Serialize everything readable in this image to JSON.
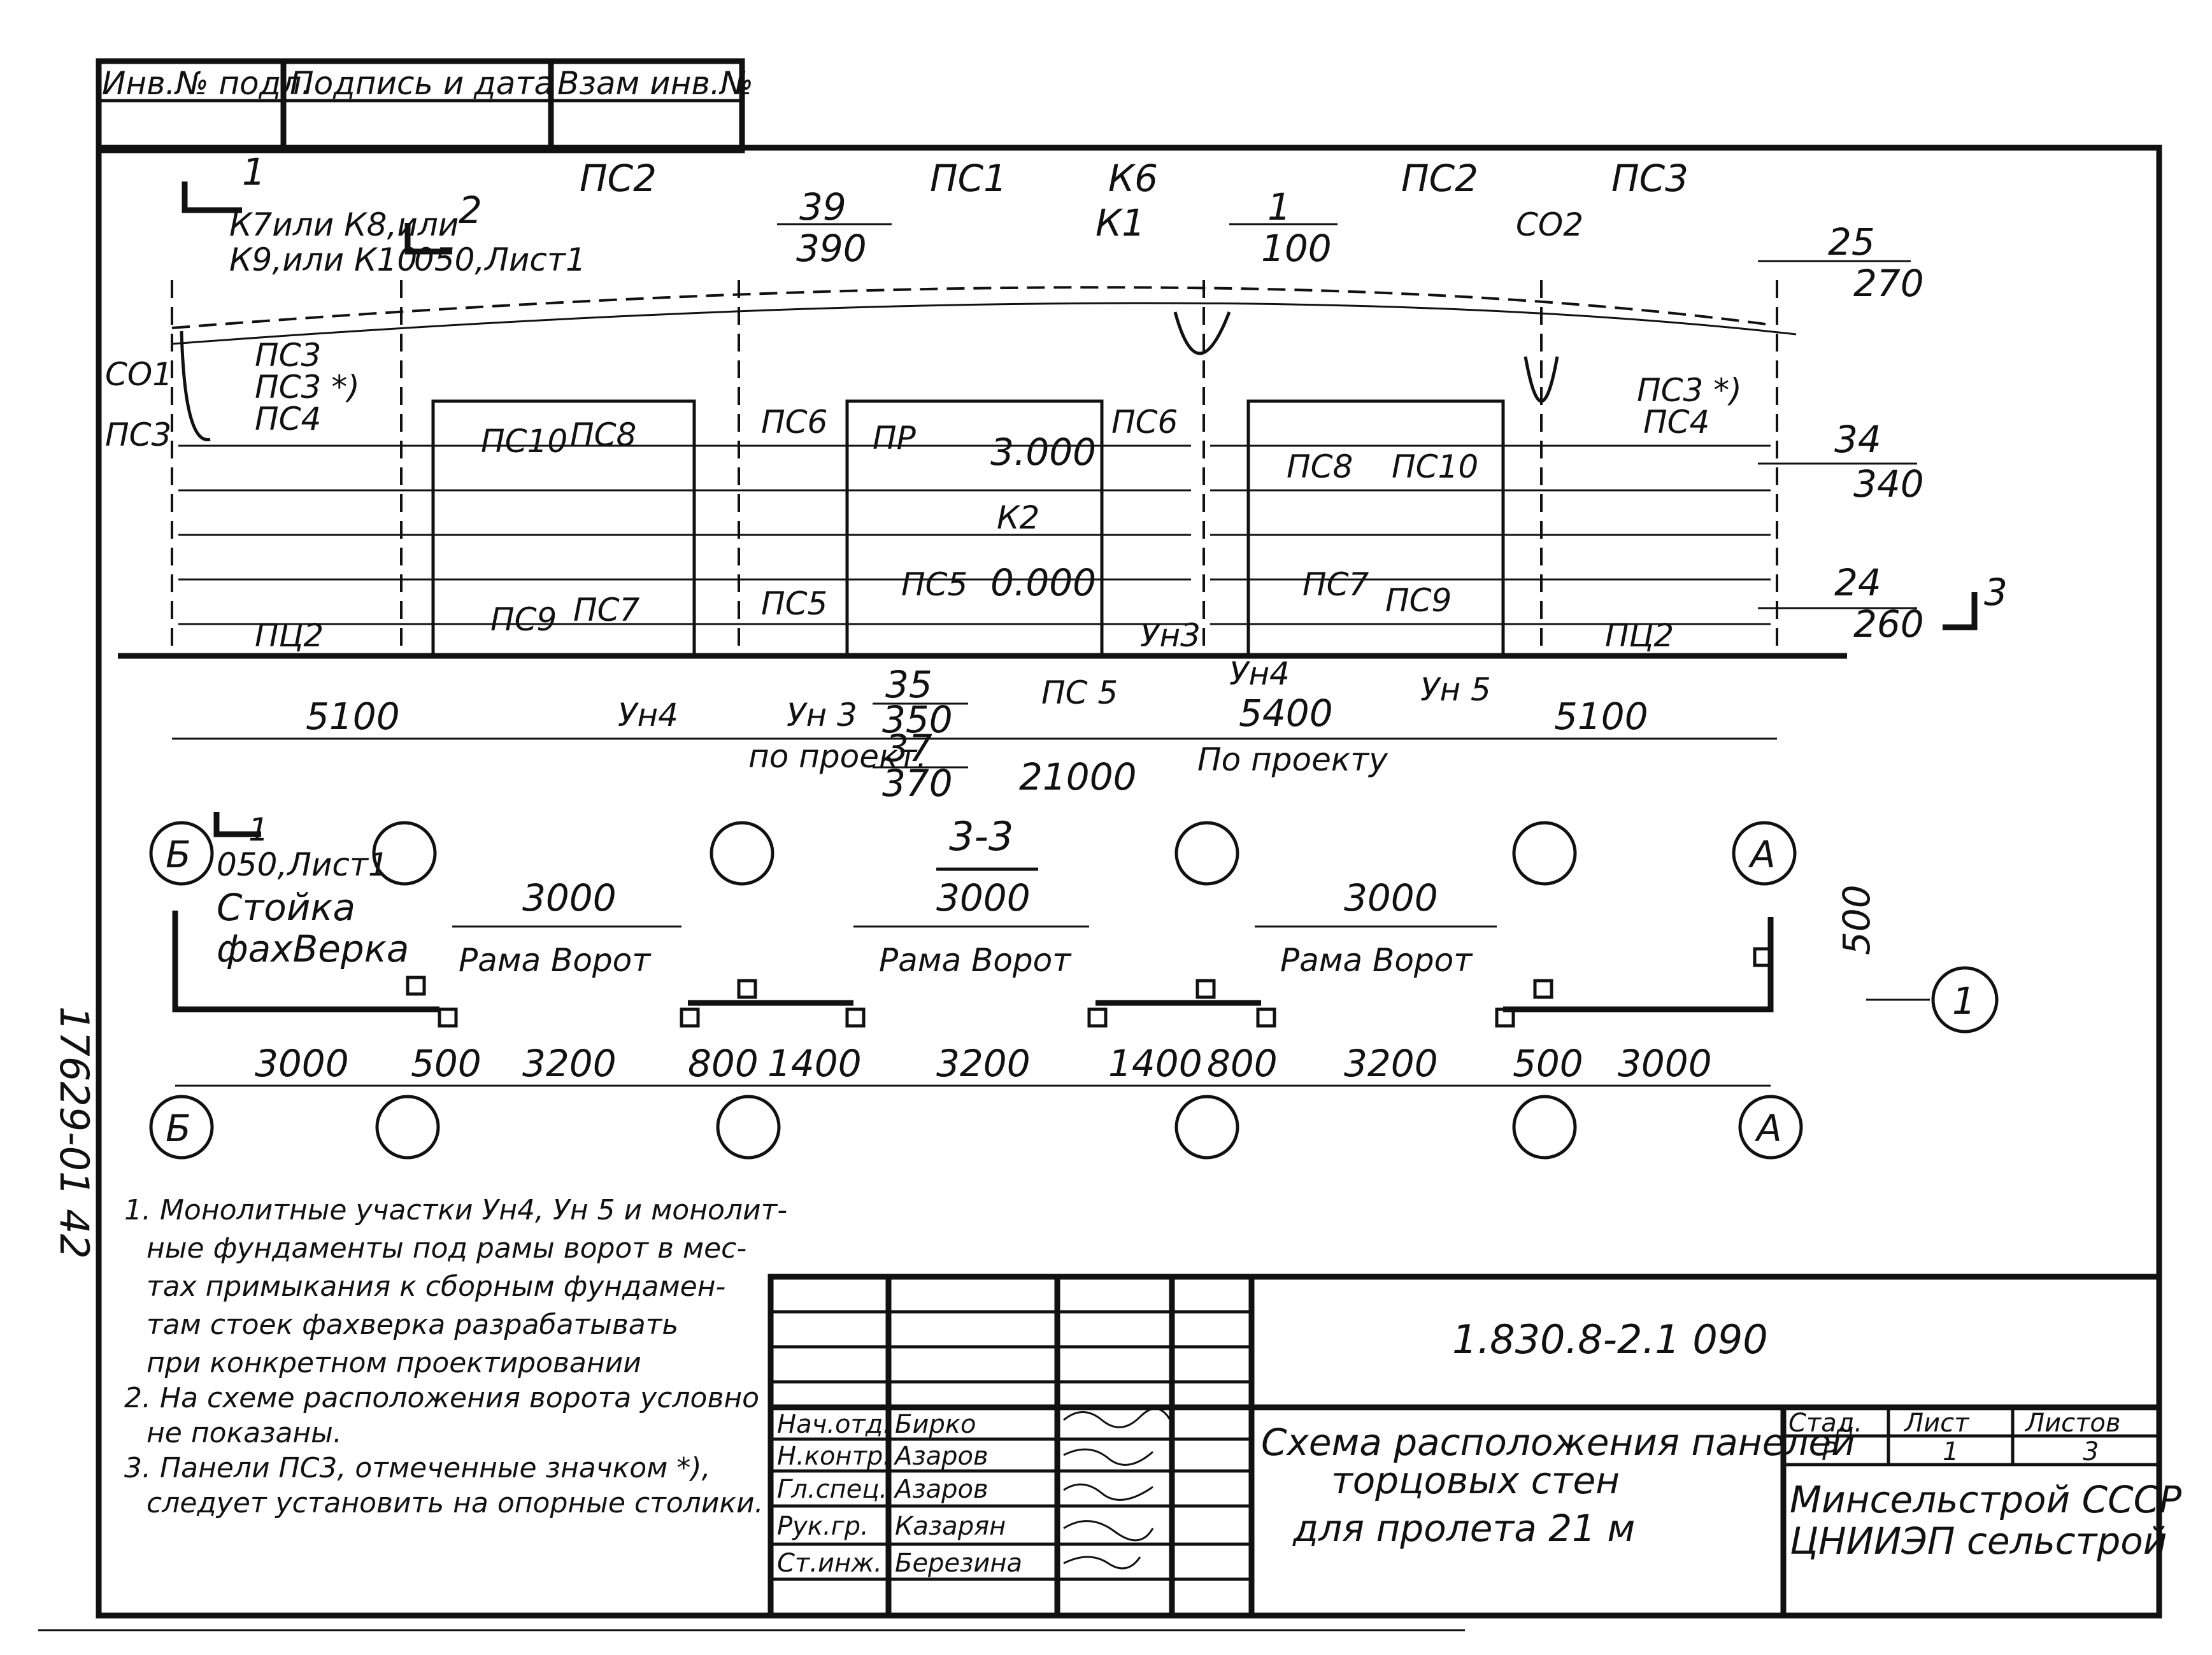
{
  "stamp_block": {
    "col1": "Инв.№ подл.",
    "col2": "Подпись и дата",
    "col3": "Взам инв.№"
  },
  "vertical_code": "17629-01   42",
  "elevation": {
    "panels_top": [
      "ПС2",
      "ПС1",
      "ПС2",
      "ПС3"
    ],
    "col_top_k": [
      "К6",
      "К1"
    ],
    "col_k_notes": [
      "К7или К8,или",
      "К9,или К10"
    ],
    "section_marks": [
      "1",
      "2",
      "050,Лист1",
      "3"
    ],
    "labels_left": [
      "СО1",
      "ПС3",
      "ПС3",
      "ПС3 *)",
      "ПС4",
      "ПЦ2",
      "ПС10",
      "ПС8",
      "ПС9",
      "ПС7",
      "Ун4"
    ],
    "labels_mid": [
      "ПС6",
      "ПР",
      "ПС5",
      "ПС5",
      "ПС6",
      "К2",
      "Ун 3",
      "по проект.",
      "Ун3",
      "ПС 5"
    ],
    "labels_right": [
      "СО2",
      "ПС3 *)",
      "ПС4",
      "ПС8",
      "ПС10",
      "ПС7",
      "ПС9",
      "Ун4",
      "Ун 5",
      "ПЦ2",
      "По проекту"
    ],
    "elev_marks": [
      {
        "num": "39",
        "den": "390"
      },
      {
        "num": "1",
        "den": "100"
      },
      {
        "num": "25",
        "den": "270"
      },
      {
        "num": "34",
        "den": "340"
      },
      {
        "num": "24",
        "den": "260"
      },
      {
        "num": "35",
        "den": "350"
      },
      {
        "num": "37",
        "den": "370"
      }
    ],
    "levels": [
      "3.000",
      "0.000"
    ],
    "dims": [
      "5100",
      "21000",
      "5400",
      "5100"
    ],
    "axes": [
      "Б",
      "А"
    ]
  },
  "section": {
    "title": "3-3",
    "top_dims": [
      "3000",
      "3000",
      "3000",
      "500"
    ],
    "frame_labels": [
      "Рама Ворот",
      "Рама Ворот",
      "Рама Ворот"
    ],
    "post_label": [
      "Стойка",
      "фахВерка"
    ],
    "bottom_dims": [
      "3000",
      "500",
      "3200",
      "800",
      "1400",
      "3200",
      "1400",
      "800",
      "3200",
      "500",
      "3000"
    ],
    "axes": [
      "Б",
      "А",
      "1"
    ],
    "mark_ref": [
      "1",
      "050,Лист1"
    ]
  },
  "notes": [
    "1. Монолитные участки Ун4, Ун 5 и монолит-",
    "ные фундаменты под рамы ворот в мес-",
    "тах примыкания к сборным фундамен-",
    "там стоек фахверка разрабатывать",
    "при конкретном проектировании",
    "2. На схеме расположения ворота условно",
    "не показаны.",
    "3. Панели ПС3, отмеченные значком *),",
    "следует установить на опорные столики."
  ],
  "title_block": {
    "code": "1.830.8-2.1  090",
    "title_lines": [
      "Схема расположения панелей",
      "торцовых стен",
      "для пролета 21 м"
    ],
    "stage_header": "Стад.",
    "sheet_header": "Лист",
    "sheets_header": "Листов",
    "stage": "Р",
    "sheet": "1",
    "sheets": "3",
    "org_lines": [
      "Минсельстрой СССР",
      "ЦНИИЭП сельстрой"
    ],
    "signers": [
      {
        "role": "Нач.отд.",
        "name": "Бирко"
      },
      {
        "role": "Н.контр.",
        "name": "Азаров"
      },
      {
        "role": "Гл.спец.",
        "name": "Азаров"
      },
      {
        "role": "Рук.гр.",
        "name": "Казарян"
      },
      {
        "role": "Ст.инж.",
        "name": "Березина"
      }
    ]
  }
}
